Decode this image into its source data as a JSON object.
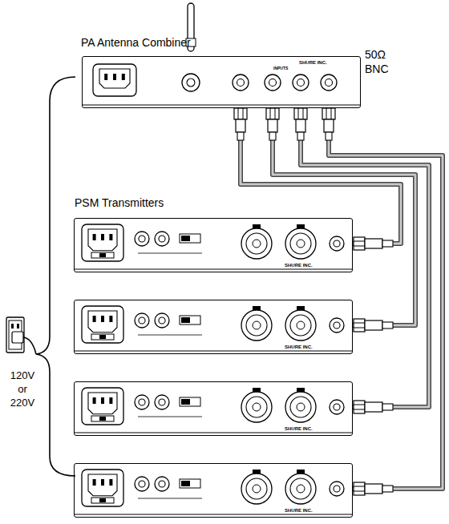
{
  "diagram": {
    "nodes": [
      {
        "text": [
          "PA Antenna Combiner",
          "SHURE INC.",
          "INPUTS"
        ]
      },
      {
        "text": [
          "SHURE INC."
        ]
      },
      {
        "text": [
          "SHURE INC."
        ]
      },
      {
        "text": [
          "SHURE INC."
        ]
      },
      {
        "text": [
          "SHURE INC."
        ]
      }
    ],
    "edges": [
      {
        "from": 0,
        "to": 1,
        "arrow": "none"
      },
      {
        "from": 0,
        "to": 2,
        "arrow": "none"
      },
      {
        "from": 0,
        "to": 3,
        "arrow": "none"
      },
      {
        "from": 0,
        "to": 4,
        "arrow": "none"
      }
    ],
    "labels": [
      "PSM Transmitters",
      "50Ω",
      "BNC",
      "120V",
      "or",
      "220V"
    ]
  }
}
